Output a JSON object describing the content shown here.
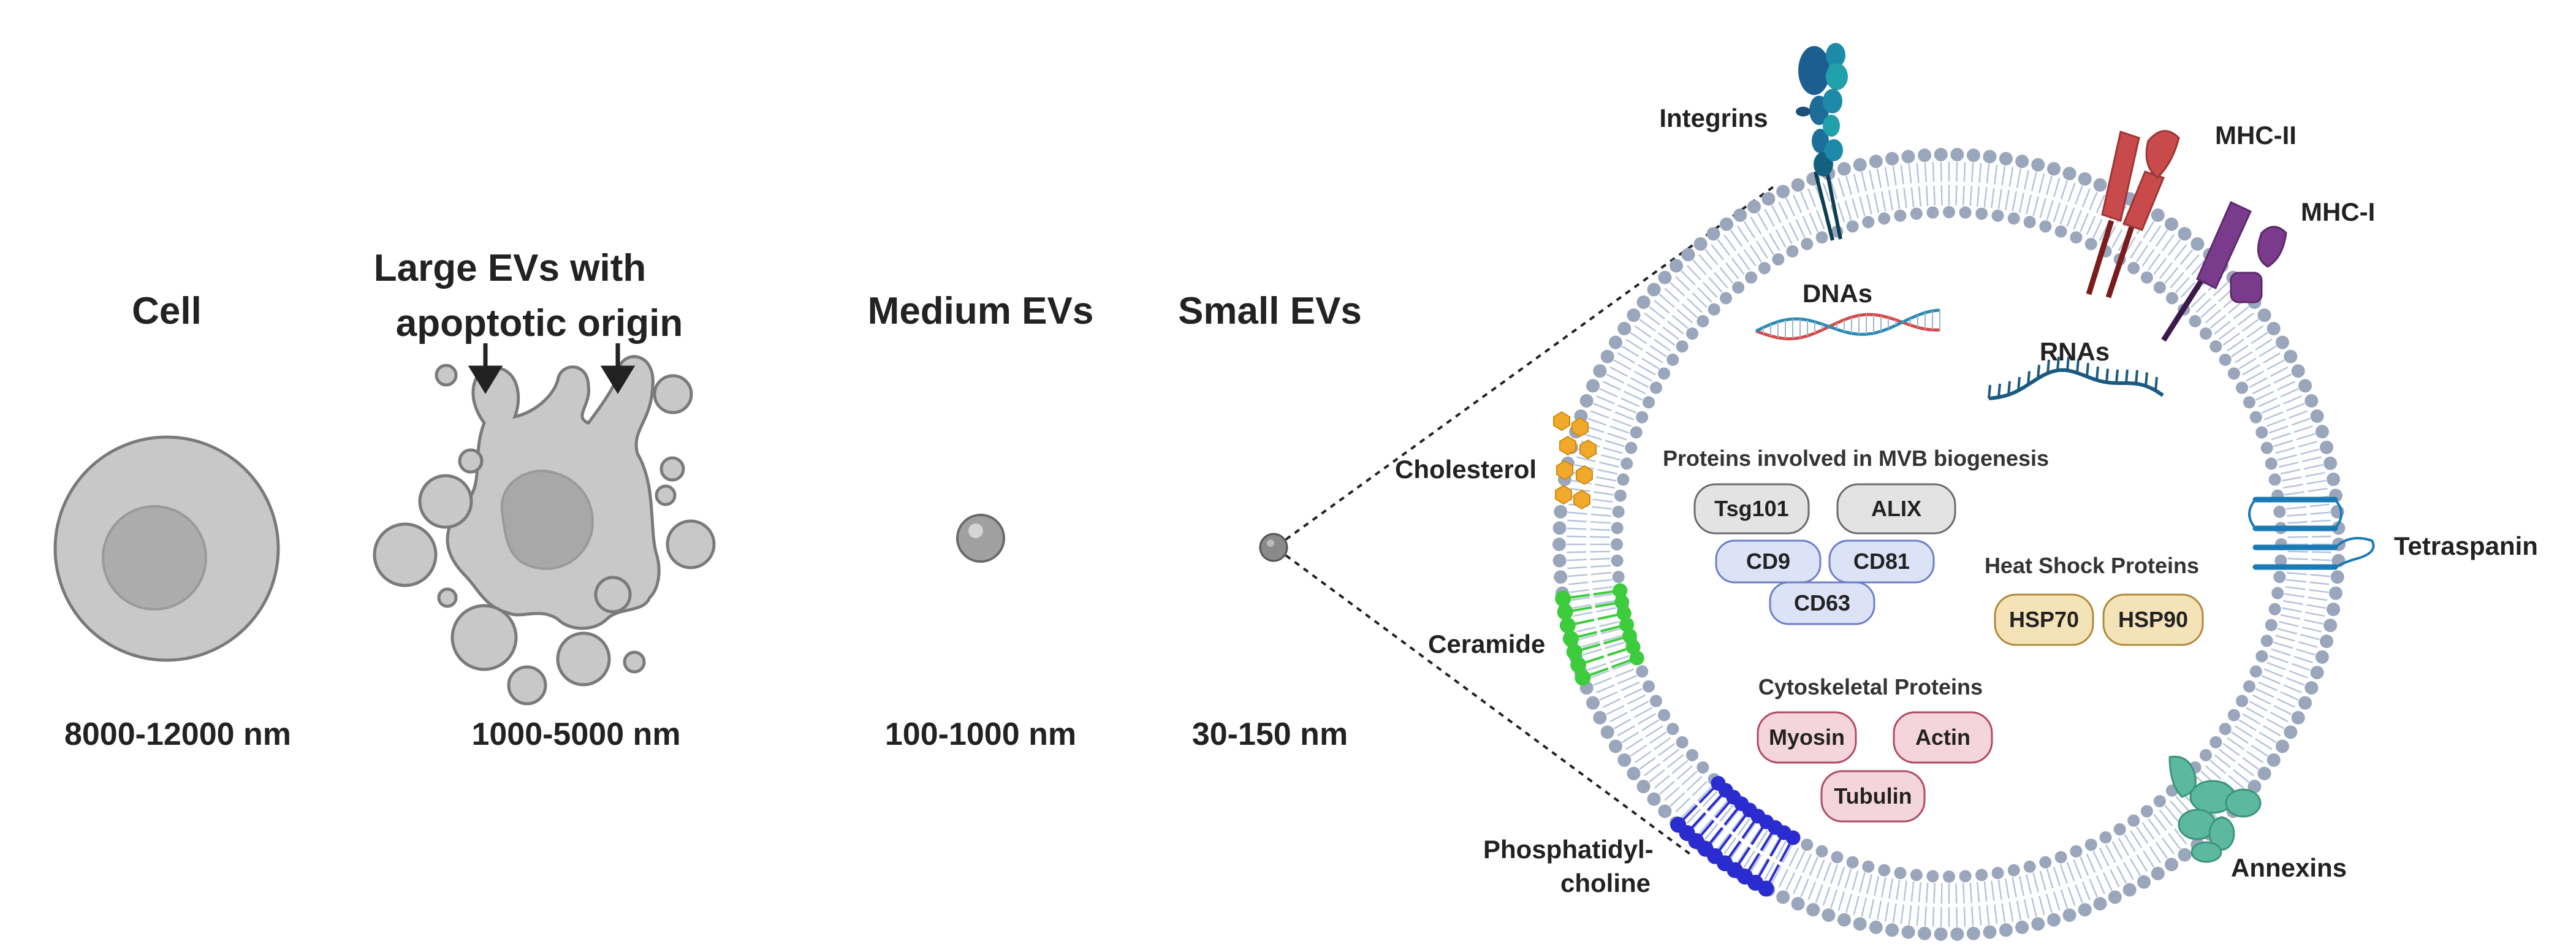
{
  "stages": {
    "cell": {
      "title": "Cell",
      "size": "8000-12000 nm"
    },
    "large": {
      "title_line1": "Large EVs with",
      "title_line2": "apoptotic origin",
      "size": "1000-5000 nm"
    },
    "medium": {
      "title": "Medium EVs",
      "size": "100-1000 nm"
    },
    "small": {
      "title": "Small EVs",
      "size": "30-150 nm"
    }
  },
  "membrane": {
    "integrins": "Integrins",
    "mhc2": "MHC-II",
    "mhc1": "MHC-I",
    "tetraspanin": "Tetraspanin",
    "annexins": "Annexins",
    "cholesterol": "Cholesterol",
    "ceramide": "Ceramide",
    "phosphatidylcholine_line1": "Phosphatidyl-",
    "phosphatidylcholine_line2": "choline"
  },
  "cargo": {
    "dnas": "DNAs",
    "rnas": "RNAs",
    "mvb": {
      "title": "Proteins involved in MVB biogenesis",
      "tsg101": "Tsg101",
      "alix": "ALIX",
      "cd9": "CD9",
      "cd81": "CD81",
      "cd63": "CD63"
    },
    "hsp": {
      "title": "Heat Shock Proteins",
      "hsp70": "HSP70",
      "hsp90": "HSP90"
    },
    "cyto": {
      "title": "Cytoskeletal Proteins",
      "myosin": "Myosin",
      "actin": "Actin",
      "tubulin": "Tubulin"
    }
  },
  "colors": {
    "cell_fill": "#c8c8c8",
    "cell_stroke": "#7a7a7a",
    "membrane_head": "#9aa6bb",
    "cholesterol": "#f0a92a",
    "ceramide": "#3ccc3c",
    "phosphatidylcholine": "#2a2ccf",
    "mhc2": "#c94a4a",
    "mhc1": "#7a3b8c",
    "tetraspanin": "#1a7ab5",
    "annexin": "#5cb89e",
    "integrin": "#1c6f9a",
    "pill_grey": "#e3e3e3",
    "pill_blue": "#dde3f7",
    "pill_yellow": "#f5e3b8",
    "pill_pink": "#f5d5dc"
  }
}
